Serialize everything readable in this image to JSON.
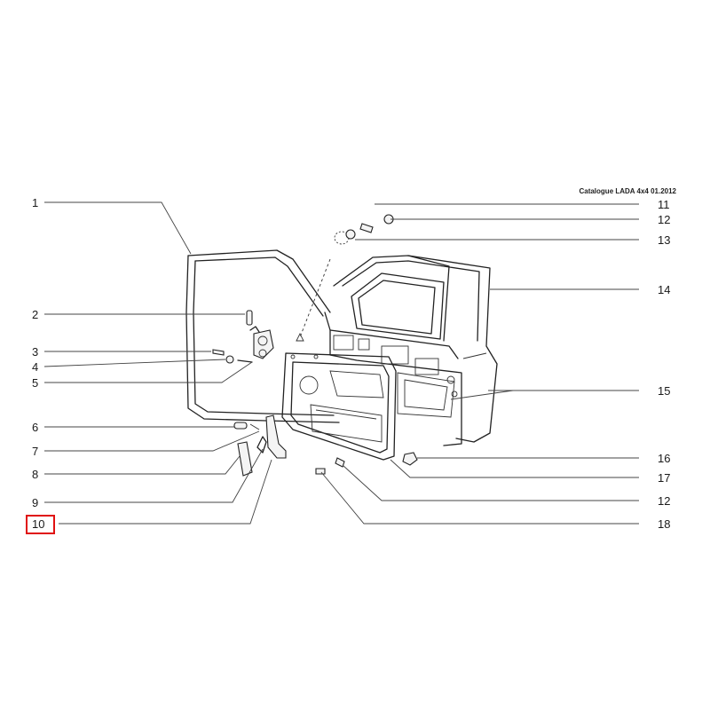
{
  "header": {
    "catalog": "Catalogue LADA 4x4  01.2012"
  },
  "callouts": {
    "c1": "1",
    "c2": "2",
    "c3": "3",
    "c4": "4",
    "c5": "5",
    "c6": "6",
    "c7": "7",
    "c8": "8",
    "c9": "9",
    "c10": "10",
    "c11": "11",
    "c12a": "12",
    "c13": "13",
    "c14": "14",
    "c15": "15",
    "c16": "16",
    "c17": "17",
    "c12b": "12",
    "c18": "18"
  },
  "highlight": {
    "label": "10",
    "color": "#e01010"
  }
}
